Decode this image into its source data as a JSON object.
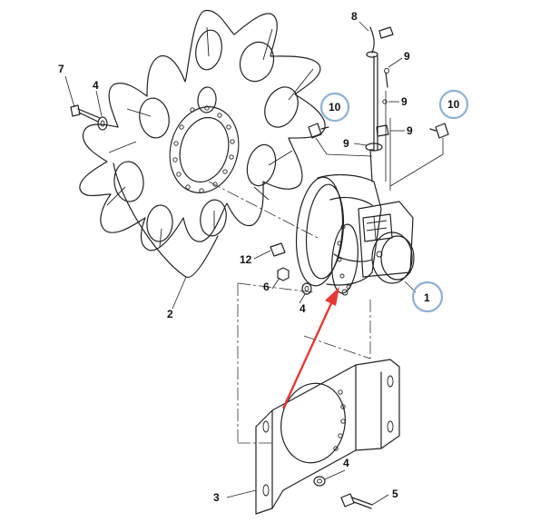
{
  "callouts": {
    "c1": "1",
    "c2": "2",
    "c3": "3",
    "c4a": "4",
    "c4b": "4",
    "c4c": "4",
    "c5": "5",
    "c6": "6",
    "c7": "7",
    "c8": "8",
    "c9a": "9",
    "c9b": "9",
    "c9c": "9",
    "c9d": "9",
    "c10a": "10",
    "c10b": "10",
    "c12": "12"
  },
  "colors": {
    "highlight_circle": "#8fb0d3",
    "arrow": "#e53935",
    "line": "#222222"
  }
}
